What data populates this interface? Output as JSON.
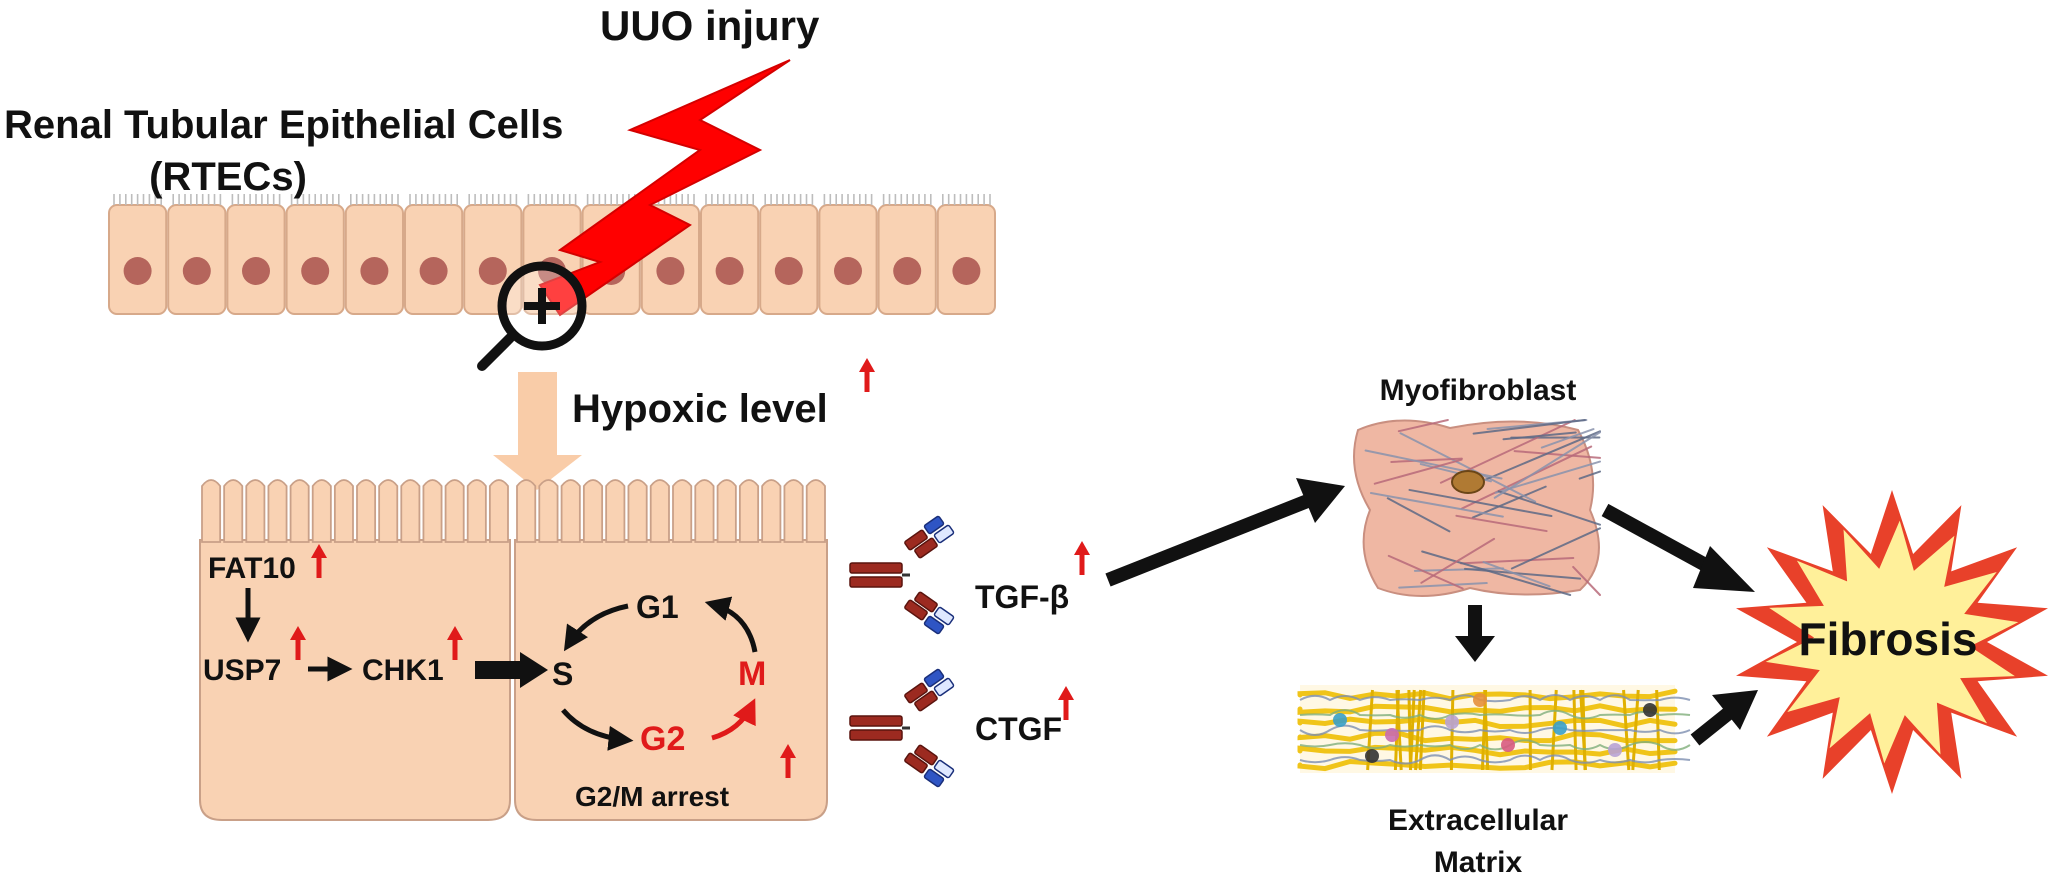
{
  "labels": {
    "injury": "UUO injury",
    "rtec_line1": "Renal Tubular Epithelial Cells",
    "rtec_line2": "(RTECs)",
    "hypoxic": "Hypoxic level",
    "fat10": "FAT10",
    "usp7": "USP7",
    "chk1": "CHK1",
    "phase_s": "S",
    "phase_g1": "G1",
    "phase_m": "M",
    "phase_g2": "G2",
    "g2m_arrest": "G2/M arrest",
    "tgfb": "TGF-β",
    "ctgf": "CTGF",
    "myofibroblast": "Myofibroblast",
    "ecm_line1": "Extracellular",
    "ecm_line2": "Matrix",
    "fibrosis": "Fibrosis"
  },
  "colors": {
    "cell_fill": "#f9d2b3",
    "cell_stroke": "#d7a98a",
    "nucleus": "#b5655c",
    "lightning": "#ff0000",
    "upregulated_arrow": "#e01a1a",
    "flow_arrow": "#111111",
    "fibrosis_outer": "#e8412a",
    "fibrosis_inner": "#fff09a",
    "matrix_fiber": "#f0c419",
    "receptor_red": "#9c2a20",
    "receptor_blue": "#2f55c4"
  },
  "icons": {
    "magnifier": "magnifier-plus-icon",
    "injury": "lightning-bolt-icon",
    "upregulated": "red-up-arrow-icon"
  },
  "epithelium": {
    "cell_count": 15
  }
}
